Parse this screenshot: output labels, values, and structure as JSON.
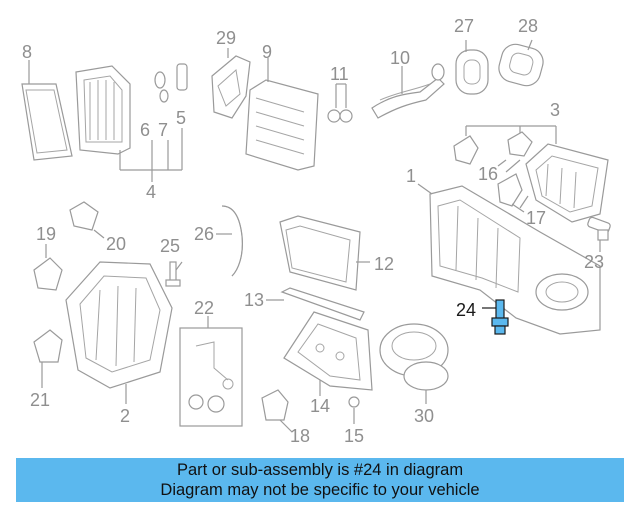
{
  "callouts": [
    "1",
    "2",
    "3",
    "4",
    "5",
    "6",
    "7",
    "8",
    "9",
    "10",
    "11",
    "12",
    "13",
    "14",
    "15",
    "16",
    "17",
    "18",
    "19",
    "20",
    "21",
    "22",
    "23",
    "24",
    "25",
    "26",
    "27",
    "28",
    "29",
    "30"
  ],
  "highlight": {
    "label": "24",
    "color": "#5bb8ee"
  },
  "banner": {
    "line1": "Part or sub-assembly is #24 in diagram",
    "line2": "Diagram may not be specific to your vehicle",
    "background": "#5bb8ee"
  }
}
